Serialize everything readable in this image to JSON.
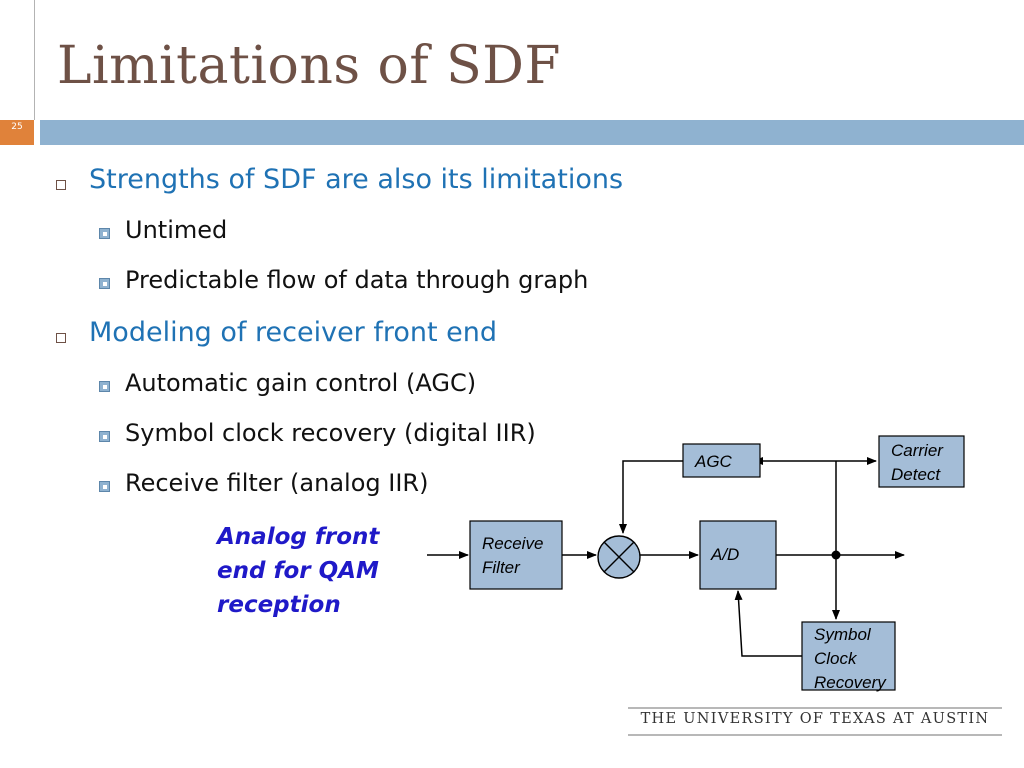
{
  "slide": {
    "title": "Limitations of SDF",
    "slide_number": "25",
    "accent_color": "#e0823a",
    "bar_color": "#8fb2d0",
    "title_color": "#6e5146"
  },
  "bullets": [
    {
      "text": "Strengths of SDF are also its limitations",
      "subs": [
        "Untimed",
        "Predictable flow of data through graph"
      ]
    },
    {
      "text": "Modeling of receiver front end",
      "subs": [
        "Automatic gain control (AGC)",
        "Symbol clock recovery (digital IIR)",
        "Receive filter (analog IIR)"
      ]
    }
  ],
  "diagram": {
    "caption": [
      "Analog front",
      "end for QAM",
      "reception"
    ],
    "caption_color": "#1f19c8",
    "block_fill": "#a4bdd7",
    "blocks": {
      "receive_filter": [
        "Receive",
        "Filter"
      ],
      "ad": [
        "A/D"
      ],
      "agc": [
        "AGC"
      ],
      "carrier_detect": [
        "Carrier",
        "Detect"
      ],
      "symbol_clock_recovery": [
        "Symbol",
        "Clock",
        "Recovery"
      ]
    }
  },
  "footer": {
    "text": "THE UNIVERSITY OF TEXAS AT AUSTIN"
  }
}
